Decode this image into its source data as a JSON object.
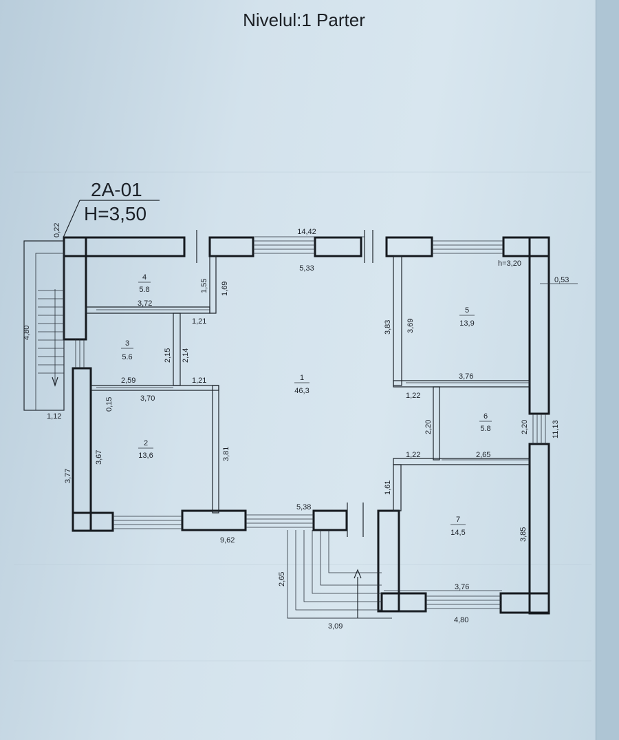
{
  "page": {
    "title": "Nivelul:1 Parter"
  },
  "plan": {
    "block_code": "2A-01",
    "height_label": "H=3,50",
    "rooms": [
      {
        "number": "4",
        "area": "5.8"
      },
      {
        "number": "3",
        "area": "5.6"
      },
      {
        "number": "2",
        "area": "13,6"
      },
      {
        "number": "1",
        "area": "46,3"
      },
      {
        "number": "5",
        "area": "13,9"
      },
      {
        "number": "6",
        "area": "5.8"
      },
      {
        "number": "7",
        "area": "14,5"
      }
    ],
    "dims": {
      "top_total": "14,42",
      "top_inner": "5,33",
      "h_room5": "h=3,20",
      "right_wall": "0,53",
      "wall_top_left": "0,22",
      "stair_len": "4,80",
      "stair_width": "1,12",
      "r4_w": "3,72",
      "r4_h1": "1,55",
      "r4_h2": "1,69",
      "door_r3": "1,21",
      "r3_h": "2,15",
      "r3_h2": "2,14",
      "r3_w": "2,59",
      "door_r2": "1,21",
      "wall_015": "0,15",
      "r2_w": "3,70",
      "r2_h": "3,67",
      "r2_h2": "3,81",
      "left_outer": "3,77",
      "bottom_total": "9,62",
      "bottom_inner": "5,38",
      "r5_h1": "3,83",
      "r5_h2": "3,69",
      "r5_w": "3,76",
      "door_r6": "1,22",
      "r6_h1": "2,20",
      "r6_h2": "2,20",
      "r6_w": "2,65",
      "right_total": "11,13",
      "door_r7": "1,22",
      "r7_h1": "1,61",
      "r7_h2": "3,85",
      "r7_w": "3,76",
      "r7_outer": "4,80",
      "porch_h": "2,65",
      "porch_w": "3,09"
    }
  }
}
